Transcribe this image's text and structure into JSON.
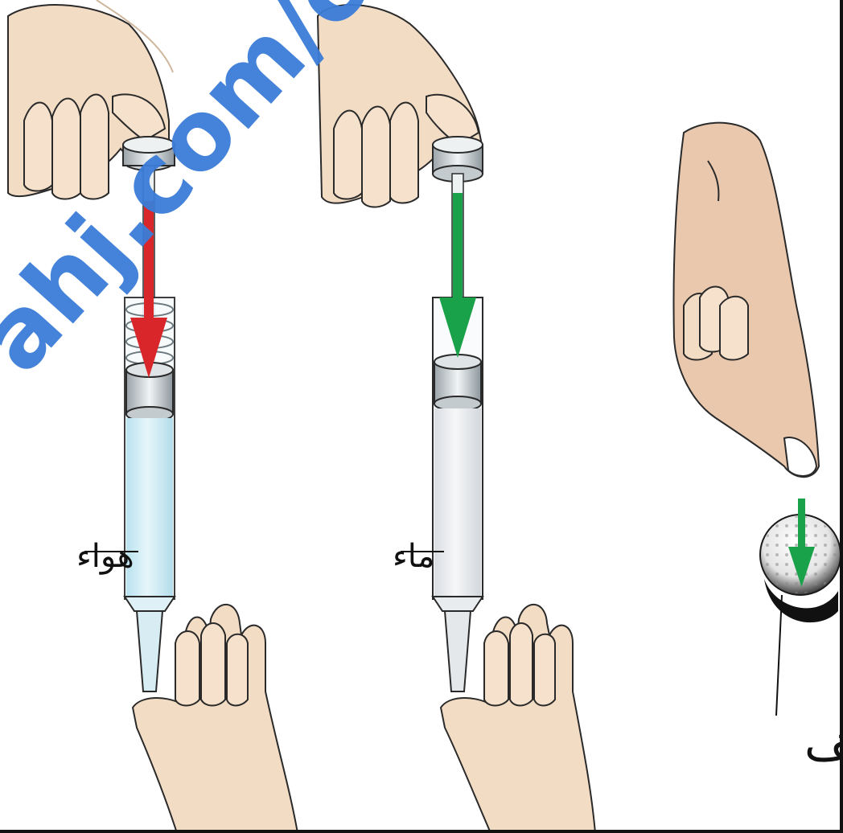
{
  "labels": {
    "air": "هواء",
    "water": "ماء",
    "golf_ball": "كرةُ الغولف"
  },
  "watermark": {
    "text": "ahj.com/om"
  },
  "colors": {
    "skin": "#f3dcc4",
    "skin_shade": "#e2c3a4",
    "outline": "#2a2a2a",
    "air_fill": "#d7f0f7",
    "water_fill": "#eceff2",
    "arrow_red": "#d9262b",
    "arrow_green": "#1aa24a",
    "watermark": "#3b7dd8",
    "frame": "#111111"
  },
  "icons": [
    "hand-icon",
    "syringe-icon",
    "golf-ball-icon",
    "arrow-down-icon"
  ]
}
